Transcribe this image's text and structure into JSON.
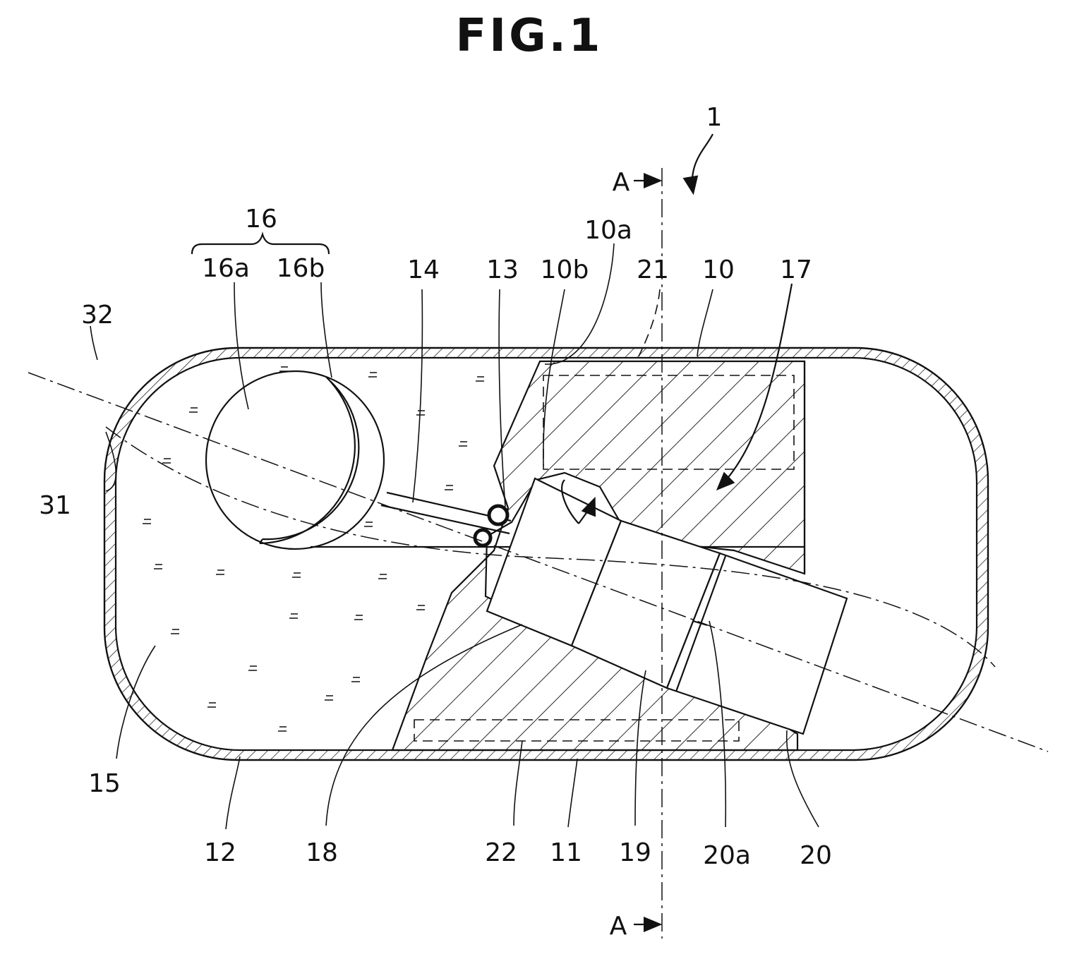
{
  "figure": {
    "title": "FIG.1",
    "colors": {
      "ink": "#111111",
      "paper": "#ffffff"
    },
    "labels": {
      "l1": "1",
      "l10": "10",
      "l10a": "10a",
      "l10b": "10b",
      "l11": "11",
      "l12": "12",
      "l13": "13",
      "l14": "14",
      "l15": "15",
      "l16": "16",
      "l16a": "16a",
      "l16b": "16b",
      "l17": "17",
      "l18": "18",
      "l19": "19",
      "l20": "20",
      "l20a": "20a",
      "l21": "21",
      "l22": "22",
      "l31": "31",
      "l32": "32",
      "sectionTop": "A",
      "sectionBottom": "A"
    }
  }
}
